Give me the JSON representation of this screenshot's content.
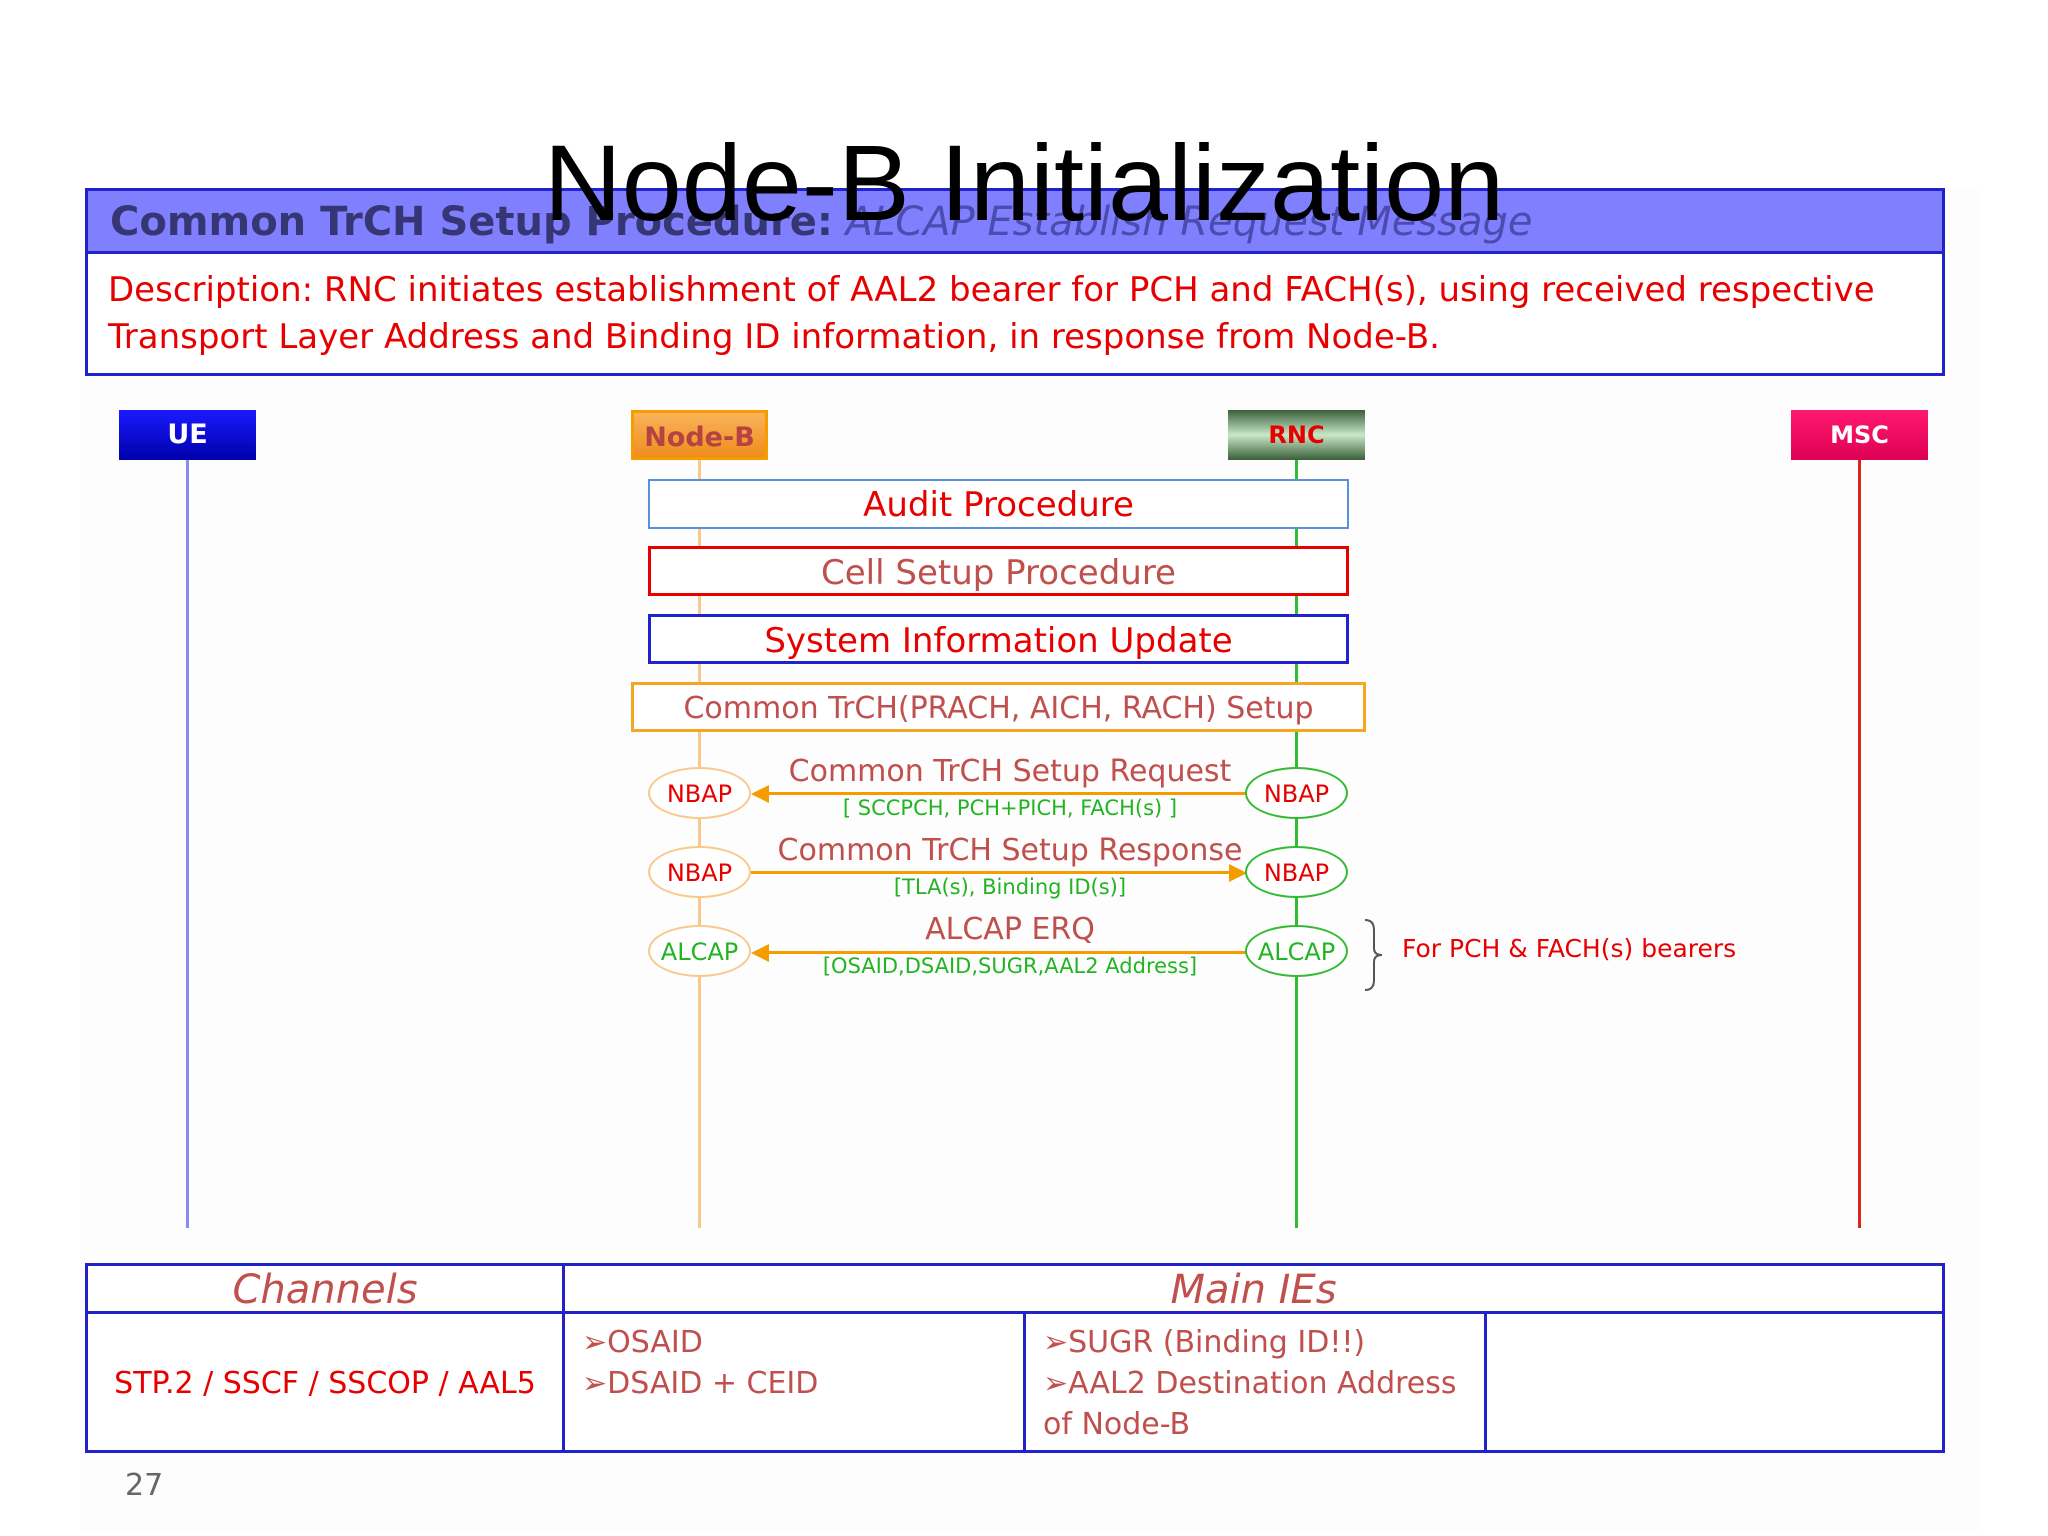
{
  "slide": {
    "title": "Node-B Initialization",
    "page_number": "27"
  },
  "header": {
    "bold_part": "Common TrCH Setup Procedure:",
    "italic_part": " ALCAP Establish Request Message"
  },
  "description": {
    "line1": "Description: RNC initiates establishment of AAL2 bearer for PCH and FACH(s), using received respective",
    "line2": "Transport Layer Address and Binding ID information, in response from Node-B."
  },
  "entities": {
    "ue": "UE",
    "nodeb": "Node-B",
    "rnc": "RNC",
    "msc": "MSC"
  },
  "procedures": {
    "audit": "Audit Procedure",
    "cell_setup": "Cell Setup Procedure",
    "sys_info": "System Information Update",
    "common_trch": "Common TrCH(PRACH, AICH, RACH) Setup"
  },
  "messages": [
    {
      "left_proto": "NBAP",
      "right_proto": "NBAP",
      "label": "Common TrCH Setup Request",
      "params": "[ SCCPCH, PCH+PICH, FACH(s) ]",
      "direction": "left"
    },
    {
      "left_proto": "NBAP",
      "right_proto": "NBAP",
      "label": "Common TrCH Setup Response",
      "params": "[TLA(s), Binding ID(s)]",
      "direction": "right"
    },
    {
      "left_proto": "ALCAP",
      "right_proto": "ALCAP",
      "label": "ALCAP ERQ",
      "params": "[OSAID,DSAID,SUGR,AAL2 Address]",
      "direction": "left"
    }
  ],
  "annotation": "For PCH & FACH(s) bearers",
  "table": {
    "col1_header": "Channels",
    "col2_header": "Main IEs",
    "channels": "STP.2 / SSCF / SSCOP / AAL5",
    "ies_col1": [
      "➢OSAID",
      "➢DSAID + CEID"
    ],
    "ies_col2": [
      "➢SUGR (Binding ID!!)",
      "➢AAL2 Destination Address",
      "of Node-B"
    ]
  },
  "colors": {
    "header_bg": "#8080ff",
    "border_blue": "#2222cc",
    "red_text": "#e60000",
    "brown_text": "#c0504d",
    "green_text": "#22b422",
    "orange": "#f59c00"
  }
}
